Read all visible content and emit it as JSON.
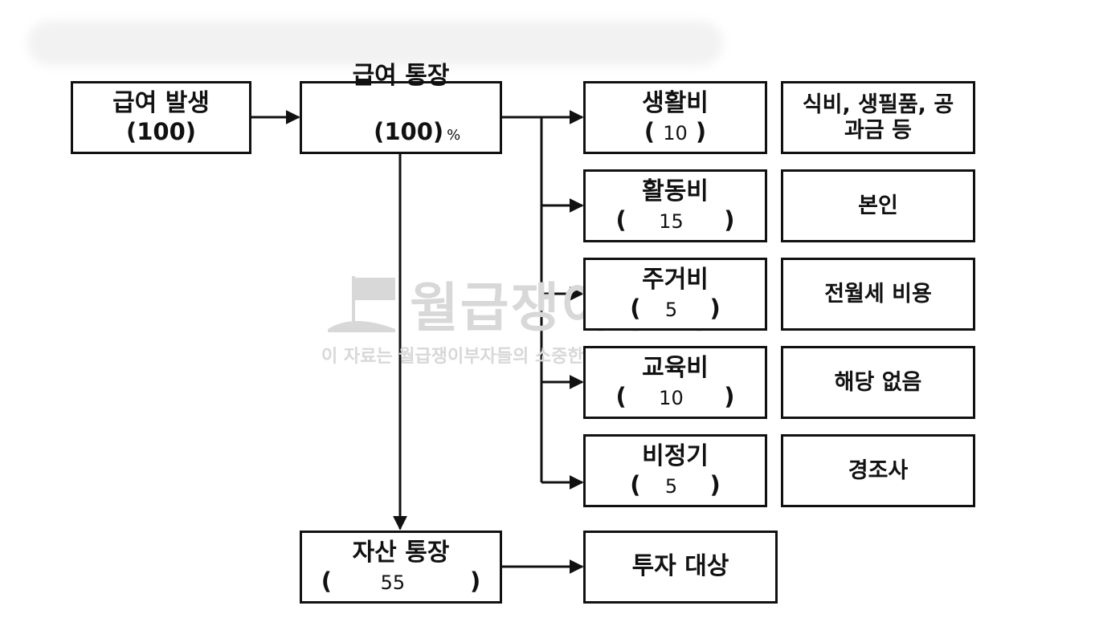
{
  "boxes": {
    "salary_origin": {
      "title": "급여 발생",
      "value": "(100)"
    },
    "salary_account": {
      "title": "급여 통장",
      "value": "(100)",
      "unit": "%"
    },
    "living": {
      "title": "생활비",
      "value": "10"
    },
    "activity": {
      "title": "활동비",
      "value": "15"
    },
    "housing": {
      "title": "주거비",
      "value": "5"
    },
    "education": {
      "title": "교육비",
      "value": "10"
    },
    "irregular": {
      "title": "비정기",
      "value": "5"
    },
    "asset_account": {
      "title": "자산 통장",
      "value": "55"
    },
    "investment": {
      "title": "투자 대상"
    }
  },
  "descriptions": {
    "living": [
      "식비, 생필품, 공",
      "과금 등"
    ],
    "activity": "본인",
    "housing": "전월세 비용",
    "education": "해당 없음",
    "irregular": "경조사"
  },
  "watermark": {
    "name": "월급쟁이부자들",
    "notice": "이 자료는 월급쟁이부자들의 소중한 자산입니다"
  }
}
